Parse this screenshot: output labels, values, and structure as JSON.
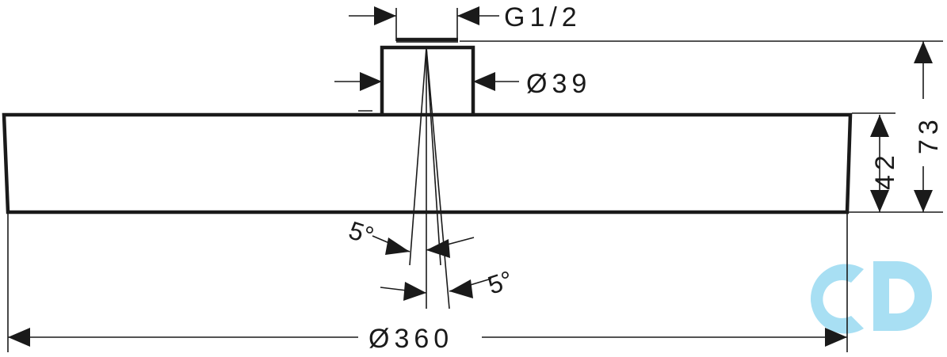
{
  "dimensions": {
    "thread": "G1/2",
    "connector_diameter": "Ø39",
    "head_diameter": "Ø360",
    "head_height": "42",
    "total_height": "73",
    "angle_left": "5°",
    "angle_right": "5°"
  },
  "watermark": {
    "color": "#a8dff3"
  },
  "colors": {
    "line": "#1a1a1a",
    "background": "#ffffff"
  }
}
